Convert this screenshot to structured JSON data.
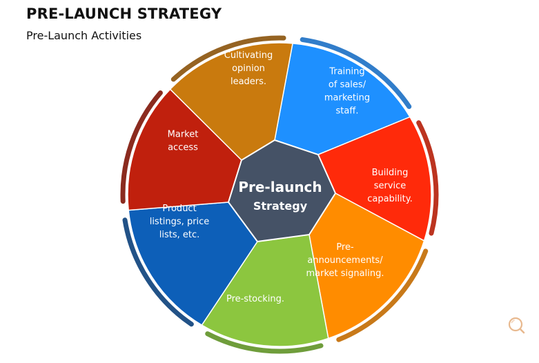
{
  "header": {
    "title": "PRE-LAUNCH STRATEGY",
    "subtitle": "Pre-Launch Activities"
  },
  "center": {
    "line1": "Pre-launch",
    "line2": "Strategy",
    "color": "#455266"
  },
  "segments": [
    {
      "lines": [
        "Training",
        "of sales/",
        "marketing",
        "staff."
      ],
      "color": "#1e90ff",
      "rim": "#1b6fc4"
    },
    {
      "lines": [
        "Building",
        "service",
        "capability."
      ],
      "color": "#ff2a0a",
      "rim": "#b51e08"
    },
    {
      "lines": [
        "Pre-",
        "announcements/",
        "market signaling."
      ],
      "color": "#ff8c00",
      "rim": "#c26a00"
    },
    {
      "lines": [
        "Pre-stocking."
      ],
      "color": "#8cc63f",
      "rim": "#5f9226"
    },
    {
      "lines": [
        "Product",
        "listings, price",
        "lists, etc."
      ],
      "color": "#0d5fb8",
      "rim": "#0a3f7a"
    },
    {
      "lines": [
        "Market",
        "access"
      ],
      "color": "#c0200d",
      "rim": "#7e1407"
    },
    {
      "lines": [
        "Cultivating",
        "opinion",
        "leaders."
      ],
      "color": "#c97a0e",
      "rim": "#8a520a"
    }
  ],
  "icons": {
    "corner": "search-icon"
  }
}
